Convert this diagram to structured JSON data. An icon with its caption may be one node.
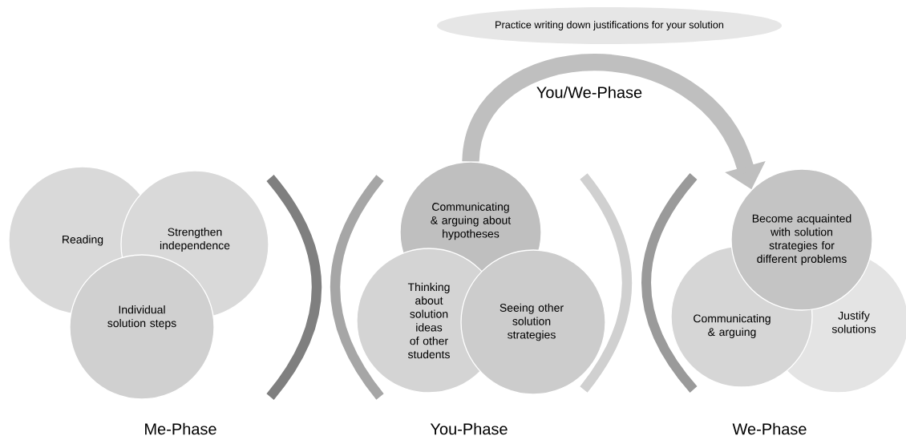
{
  "diagram": {
    "nodes": [
      {
        "text": [
          "Reading"
        ]
      },
      {
        "text": [
          "Strengthen independence"
        ]
      },
      {
        "text": [
          "Individual solution steps"
        ]
      },
      {
        "text": [
          "Communicating & arguing about hypotheses"
        ]
      },
      {
        "text": [
          "Thinking about solution ideas of other students"
        ]
      },
      {
        "text": [
          "Seeing other solution strategies"
        ]
      },
      {
        "text": [
          "Become acquainted with solution strategies for different problems"
        ]
      },
      {
        "text": [
          "Communicating & arguing"
        ]
      },
      {
        "text": [
          "Justify solutions"
        ]
      },
      {
        "text": [
          "Practice writing down justifications for your solution"
        ]
      }
    ],
    "edges": [
      {
        "from": 3,
        "to": 6,
        "arrow": "to",
        "label": "You/We-Phase",
        "color": "#bfbfbf"
      }
    ],
    "labels": [
      "Me-Phase",
      "You-Phase",
      "We-Phase"
    ]
  }
}
